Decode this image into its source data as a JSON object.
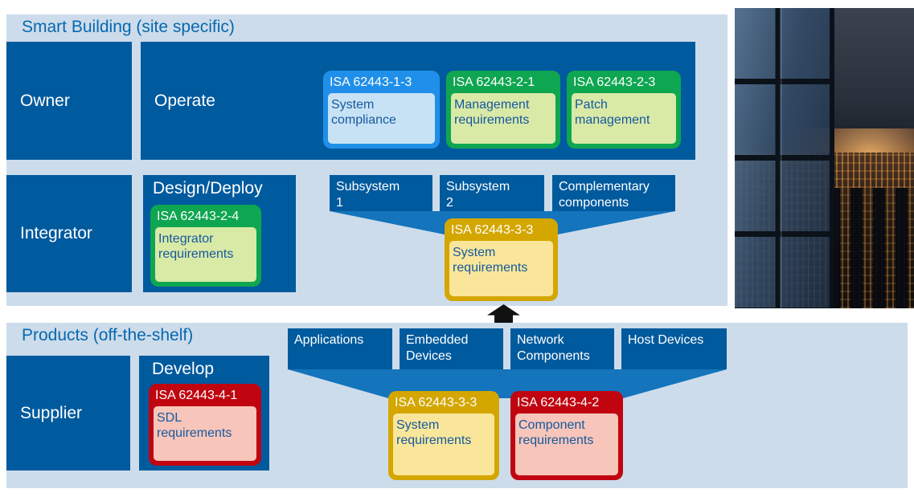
{
  "smart_building": {
    "title": "Smart Building (site specific)"
  },
  "products": {
    "title": "Products (off-the-shelf)"
  },
  "roles": {
    "owner": "Owner",
    "integrator": "Integrator",
    "supplier": "Supplier"
  },
  "phases": {
    "operate": "Operate",
    "design_deploy": "Design/Deploy",
    "develop": "Develop"
  },
  "cards": {
    "isa_1_3": {
      "code": "ISA 62443-1-3",
      "label": "System compliance"
    },
    "isa_2_1": {
      "code": "ISA 62443-2-1",
      "label": "Management requirements"
    },
    "isa_2_3": {
      "code": "ISA 62443-2-3",
      "label": "Patch management"
    },
    "isa_2_4": {
      "code": "ISA 62443-2-4",
      "label": "Integrator requirements"
    },
    "isa_3_3_site": {
      "code": "ISA 62443-3-3",
      "label": "System requirements"
    },
    "isa_4_1": {
      "code": "ISA 62443-4-1",
      "label": "SDL requirements"
    },
    "isa_3_3_product": {
      "code": "ISA 62443-3-3",
      "label": "System requirements"
    },
    "isa_4_2": {
      "code": "ISA 62443-4-2",
      "label": "Component requirements"
    }
  },
  "subsystems": [
    {
      "label": "Subsystem 1"
    },
    {
      "label": "Subsystem 2"
    },
    {
      "label": "Complementary components"
    }
  ],
  "product_components": [
    {
      "label": "Applications"
    },
    {
      "label": "Embedded Devices"
    },
    {
      "label": "Network Components"
    },
    {
      "label": "Host Devices"
    }
  ],
  "photo": {
    "description": "night cityscape seen past a high-rise glass facade"
  },
  "colors": {
    "dark_blue": "#005a9e",
    "band_light_blue": "#cddceb",
    "funnel_blue": "#1474bc",
    "card_blue": "#1f8fe9",
    "card_green": "#0fa651",
    "card_gold": "#d4a600",
    "card_red": "#c00511",
    "title_blue": "#0768ae",
    "body_text_blue": "#14599f",
    "arrow_black": "#111111"
  }
}
